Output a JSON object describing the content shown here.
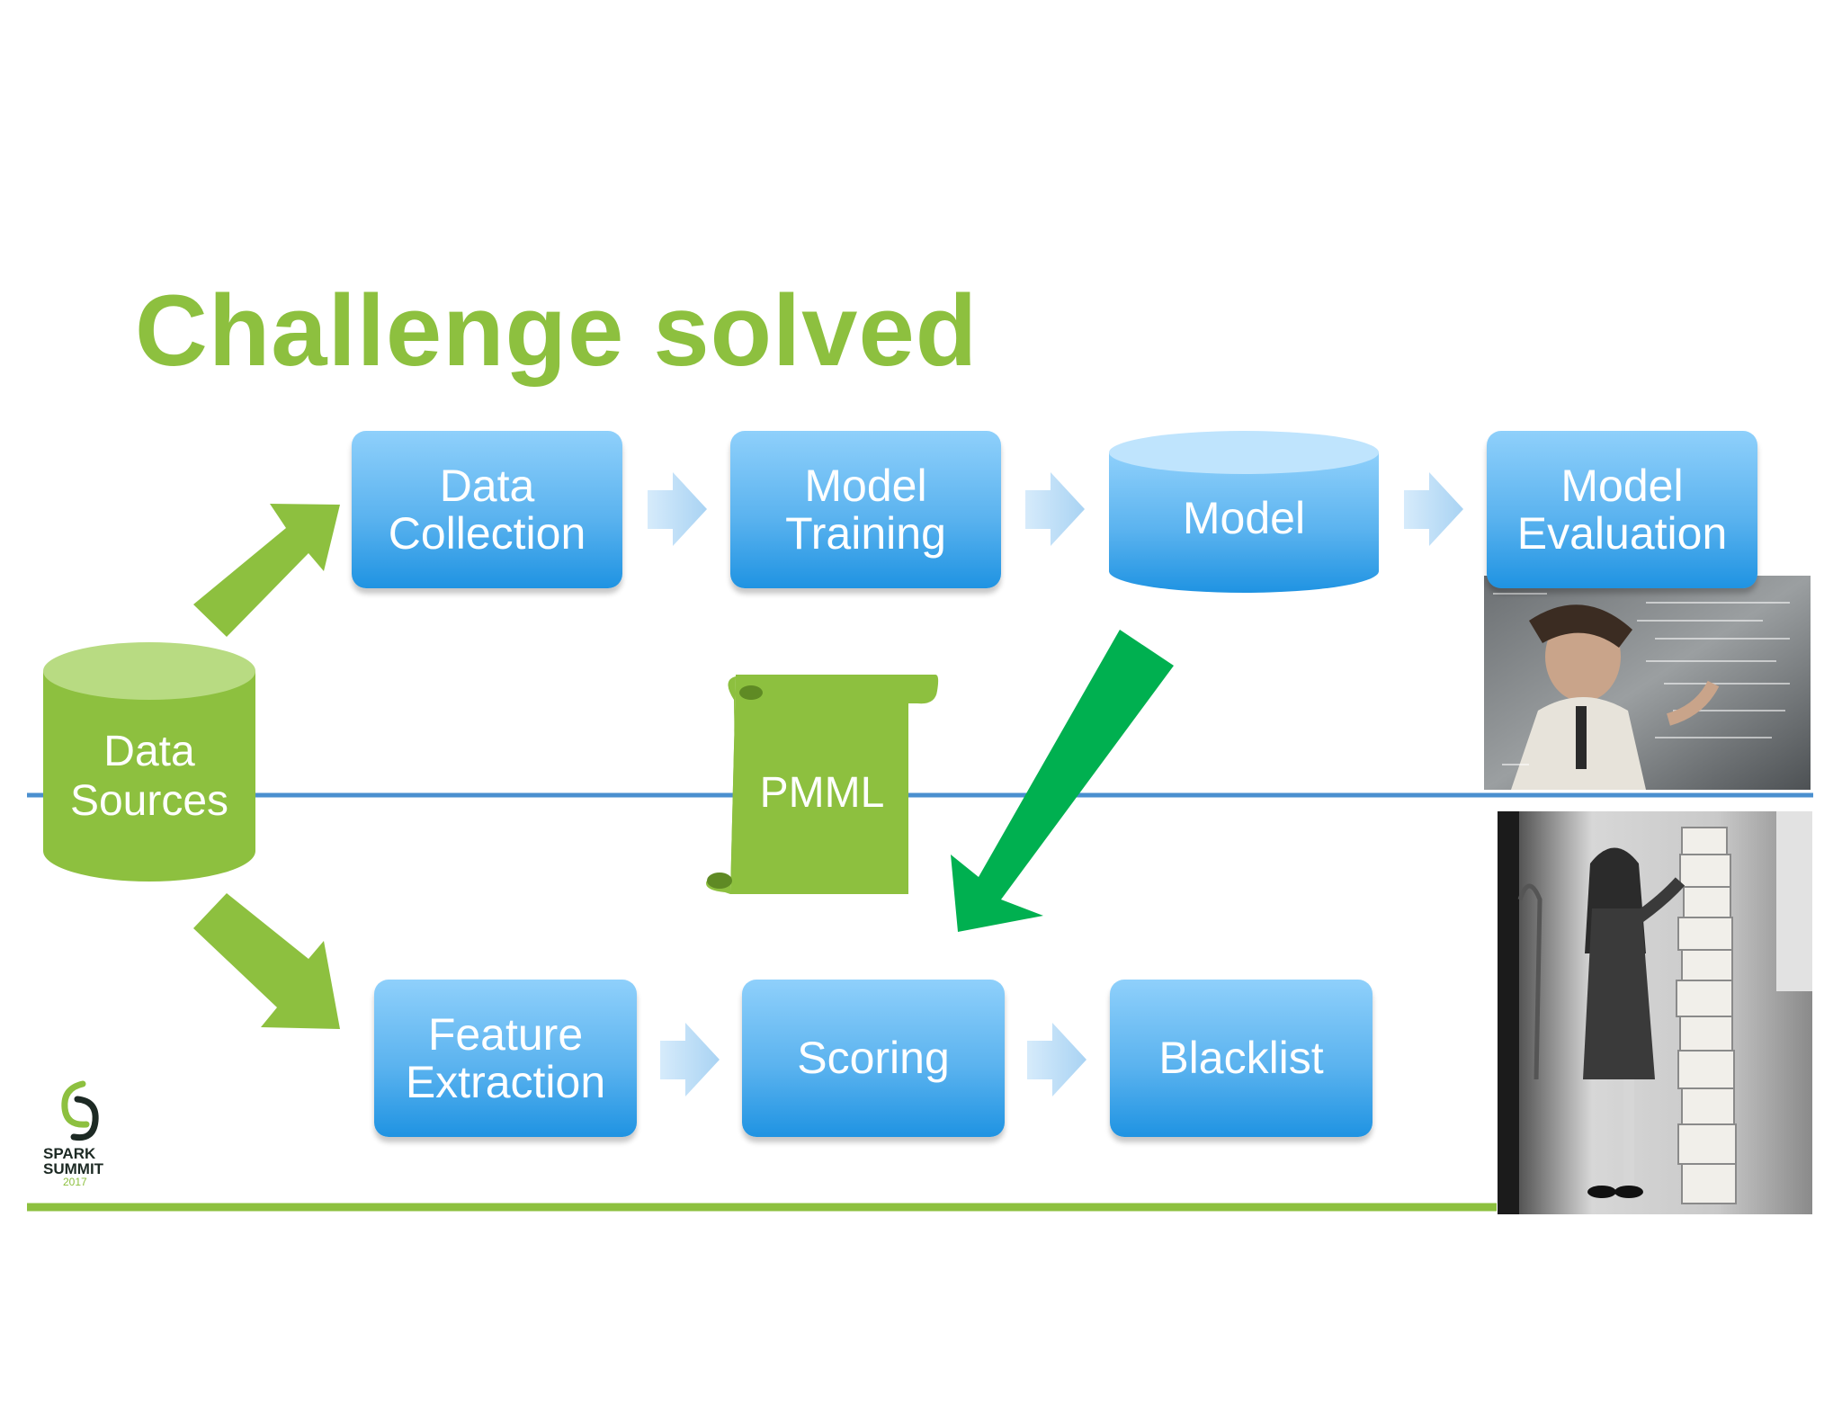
{
  "slide": {
    "title": "Challenge solved"
  },
  "nodes": {
    "data_sources": {
      "line1": "Data",
      "line2": "Sources"
    },
    "data_collection": {
      "line1": "Data",
      "line2": "Collection"
    },
    "model_training": {
      "line1": "Model",
      "line2": "Training"
    },
    "model": {
      "label": "Model"
    },
    "model_evaluation": {
      "line1": "Model",
      "line2": "Evaluation"
    },
    "pmml": {
      "label": "PMML"
    },
    "feature_extraction": {
      "line1": "Feature",
      "line2": "Extraction"
    },
    "scoring": {
      "label": "Scoring"
    },
    "blacklist": {
      "label": "Blacklist"
    }
  },
  "logo": {
    "line1": "SPARK",
    "line2": "SUMMIT",
    "year": "2017"
  },
  "colors": {
    "title_green": "#8dc03f",
    "node_green": "#8dc03f",
    "arrow_green": "#00b050",
    "box_blue": "#5bb3ef",
    "divider_blue": "#4a8fcf",
    "bottom_green": "#8dc03f"
  },
  "images": {
    "top_right": "scientist-at-glass-board-photo",
    "bottom_right": "woman-beside-stack-of-code-listings-photo"
  }
}
